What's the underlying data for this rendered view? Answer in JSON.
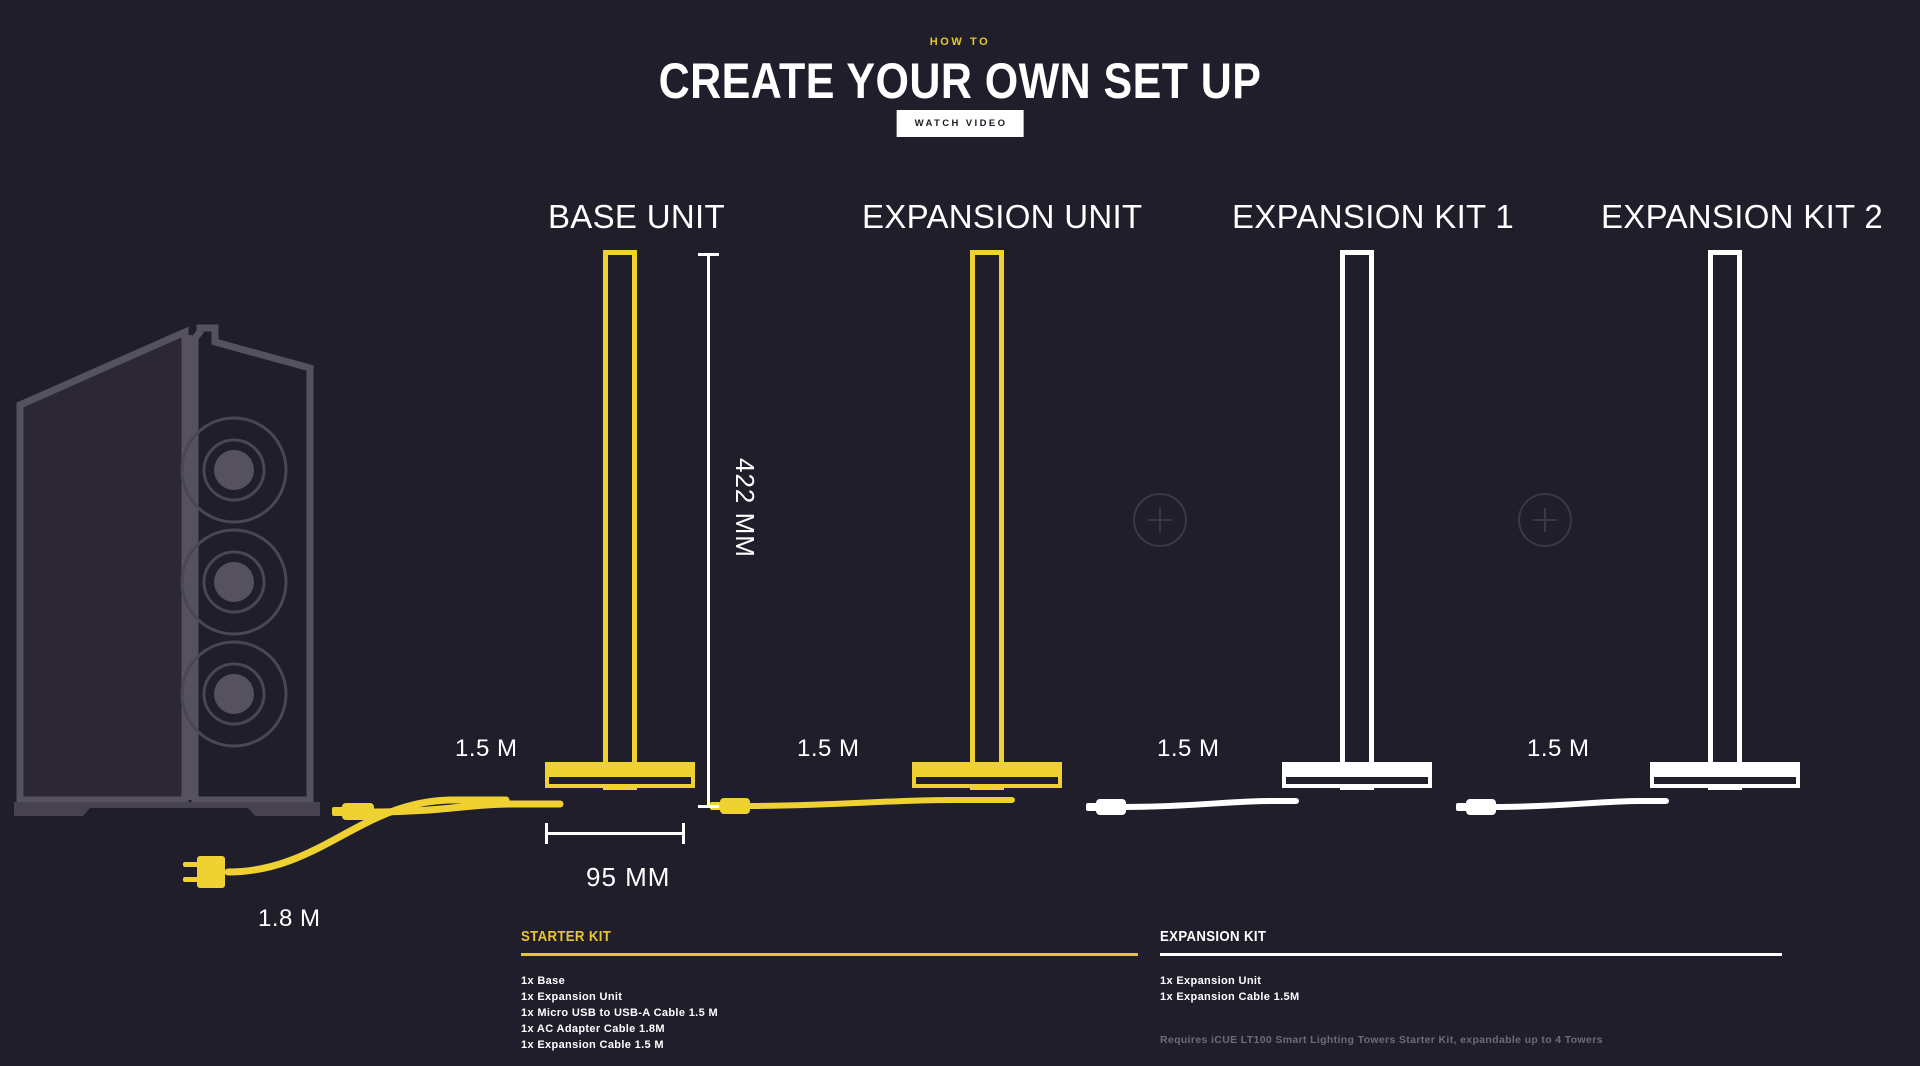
{
  "header": {
    "eyebrow": "HOW TO",
    "title": "CREATE YOUR OWN SET UP",
    "watch_button": "WATCH VIDEO"
  },
  "colors": {
    "background": "#211E2C",
    "accent_yellow": "#EFD231",
    "eyebrow_yellow": "#E8C72B",
    "white": "#FFFFFF",
    "muted": "#6E6A7B",
    "case_body": "#46424F"
  },
  "units": [
    {
      "id": "base-unit",
      "label": "BASE UNIT",
      "color": "yellow"
    },
    {
      "id": "expansion-unit",
      "label": "EXPANSION UNIT",
      "color": "yellow"
    },
    {
      "id": "expansion-kit-1",
      "label": "EXPANSION KIT 1",
      "color": "white"
    },
    {
      "id": "expansion-kit-2",
      "label": "EXPANSION KIT 2",
      "color": "white"
    }
  ],
  "dimensions": {
    "height": "422 MM",
    "width": "95 MM"
  },
  "cables": [
    {
      "id": "ac-adapter-cable",
      "length": "1.8 M"
    },
    {
      "id": "usb-cable",
      "length": "1.5 M"
    },
    {
      "id": "expansion-cable-1",
      "length": "1.5 M"
    },
    {
      "id": "expansion-cable-2",
      "length": "1.5 M"
    },
    {
      "id": "expansion-cable-3",
      "length": "1.5 M"
    }
  ],
  "plus_icons": [
    {
      "id": "add-kit-1",
      "symbol": "+"
    },
    {
      "id": "add-kit-2",
      "symbol": "+"
    }
  ],
  "starter_kit": {
    "title": "STARTER KIT",
    "items": [
      "1x Base",
      "1x Expansion Unit",
      "1x Micro USB to USB-A Cable 1.5 M",
      "1x AC Adapter Cable 1.8M",
      "1x Expansion Cable 1.5 M"
    ]
  },
  "expansion_kit": {
    "title": "EXPANSION KIT",
    "items": [
      "1x Expansion Unit",
      "1x Expansion Cable 1.5M"
    ],
    "note": "Requires iCUE LT100 Smart Lighting Towers Starter Kit, expandable up to 4 Towers"
  }
}
